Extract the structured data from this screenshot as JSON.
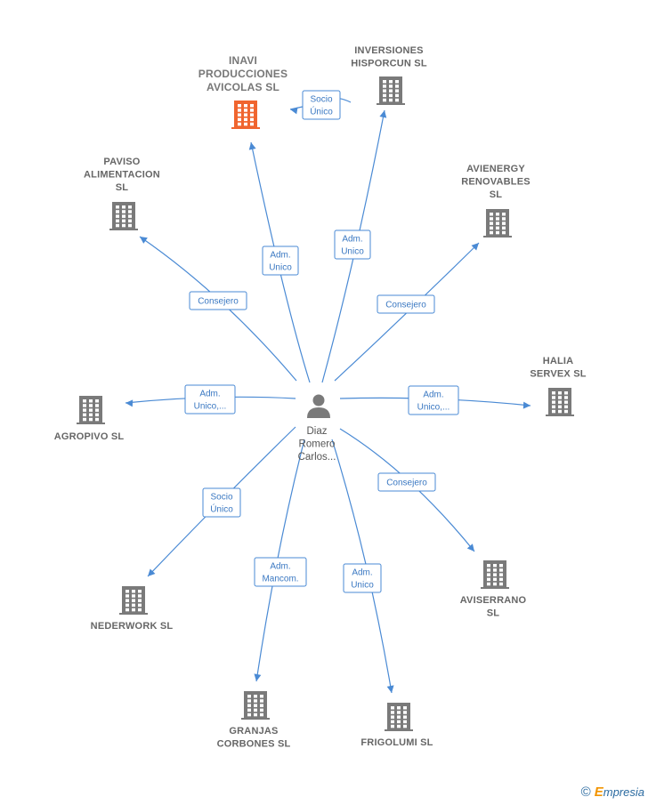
{
  "colors": {
    "edge": "#4a8ad4",
    "building": "#7a7a7a",
    "building_highlight": "#f0652f",
    "person": "#7a7a7a"
  },
  "person": {
    "icon": "person-icon",
    "lines": [
      "Diaz",
      "Romero",
      "Carlos..."
    ]
  },
  "companies": [
    {
      "id": "inavi",
      "lines": [
        "INAVI",
        "PRODUCCIONES",
        "AVICOLAS  SL"
      ],
      "highlight": true
    },
    {
      "id": "inversiones",
      "lines": [
        "INVERSIONES",
        "HISPORCUN SL"
      ],
      "highlight": false
    },
    {
      "id": "paviso",
      "lines": [
        "PAVISO",
        "ALIMENTACION",
        "SL"
      ],
      "highlight": false
    },
    {
      "id": "avienergy",
      "lines": [
        "AVIENERGY",
        "RENOVABLES",
        "SL"
      ],
      "highlight": false
    },
    {
      "id": "halia",
      "lines": [
        "HALIA",
        "SERVEX SL"
      ],
      "highlight": false
    },
    {
      "id": "agropivo",
      "lines": [
        "AGROPIVO  SL"
      ],
      "highlight": false
    },
    {
      "id": "nederwork",
      "lines": [
        "NEDERWORK SL"
      ],
      "highlight": false
    },
    {
      "id": "aviserrano",
      "lines": [
        "AVISERRANO",
        "SL"
      ],
      "highlight": false
    },
    {
      "id": "granjas",
      "lines": [
        "GRANJAS",
        "CORBONES SL"
      ],
      "highlight": false
    },
    {
      "id": "frigolumi",
      "lines": [
        "FRIGOLUMI  SL"
      ],
      "highlight": false
    }
  ],
  "relations": [
    {
      "from": "inversiones",
      "to": "inavi",
      "lines": [
        "Socio",
        "Único"
      ]
    },
    {
      "from": "person",
      "to": "inavi",
      "lines": [
        "Adm.",
        "Unico"
      ]
    },
    {
      "from": "person",
      "to": "inversiones",
      "lines": [
        "Adm.",
        "Unico"
      ]
    },
    {
      "from": "person",
      "to": "paviso",
      "lines": [
        "Consejero"
      ]
    },
    {
      "from": "person",
      "to": "avienergy",
      "lines": [
        "Consejero"
      ]
    },
    {
      "from": "person",
      "to": "agropivo",
      "lines": [
        "Adm.",
        "Unico,..."
      ]
    },
    {
      "from": "person",
      "to": "halia",
      "lines": [
        "Adm.",
        "Unico,..."
      ]
    },
    {
      "from": "person",
      "to": "nederwork",
      "lines": [
        "Socio",
        "Único"
      ]
    },
    {
      "from": "person",
      "to": "aviserrano",
      "lines": [
        "Consejero"
      ]
    },
    {
      "from": "person",
      "to": "granjas",
      "lines": [
        "Adm.",
        "Mancom."
      ]
    },
    {
      "from": "person",
      "to": "frigolumi",
      "lines": [
        "Adm.",
        "Unico"
      ]
    }
  ],
  "brand": {
    "copyright": "©",
    "initial": "E",
    "rest": "mpresia"
  }
}
